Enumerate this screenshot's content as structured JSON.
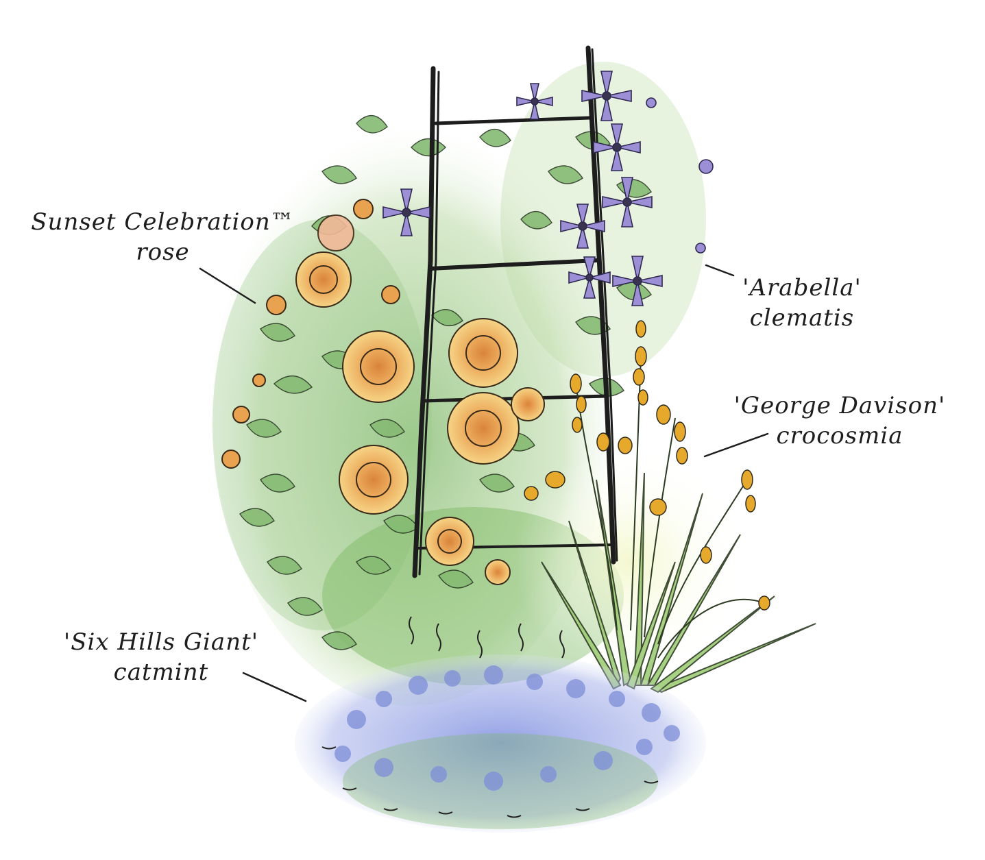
{
  "labels": {
    "rose": {
      "line1": "Sunset Celebration™",
      "line2": "rose"
    },
    "clematis": {
      "line1": "'Arabella'",
      "line2": "clematis"
    },
    "crocosmia": {
      "line1": "'George Davison'",
      "line2": "crocosmia"
    },
    "catmint": {
      "line1": "'Six Hills Giant'",
      "line2": "catmint"
    }
  },
  "colors": {
    "foliage": "#7fb86a",
    "rose": "#f2c56a",
    "rose_center": "#d9843a",
    "clematis": "#9d8fd6",
    "crocosmia": "#e7a92c",
    "catmint": "#8f9fe0",
    "ink": "#1d1d1d"
  }
}
